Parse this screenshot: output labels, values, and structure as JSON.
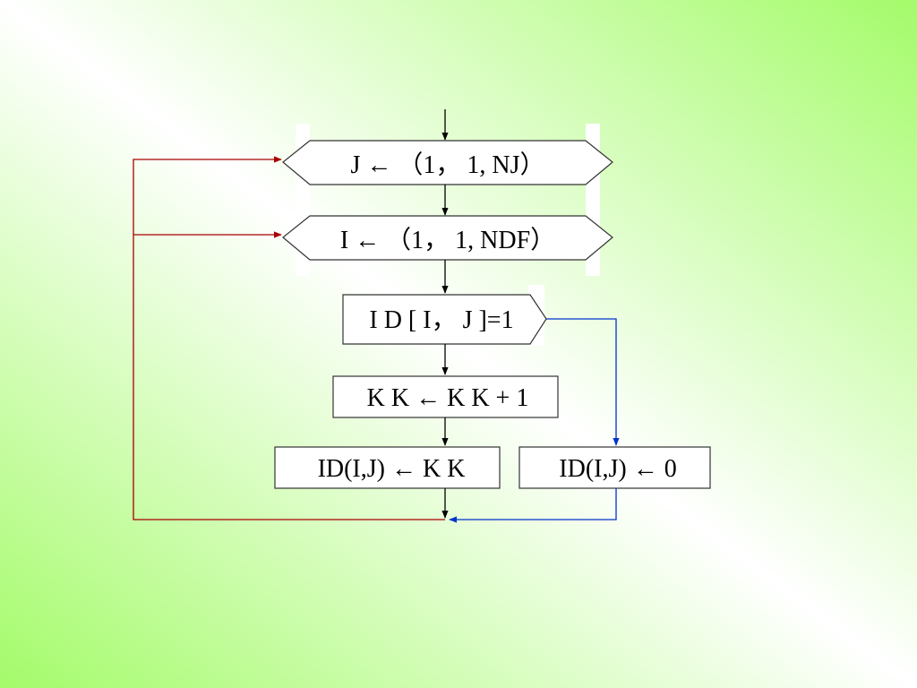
{
  "flowchart": {
    "loop_j": {
      "label": "J ← （1， 1,  NJ）"
    },
    "loop_i": {
      "label": "I ← （1， 1,  NDF）"
    },
    "decision": {
      "label": "I D [ I， J ]=1"
    },
    "increment": {
      "label": "K K ← K K + 1"
    },
    "assign_kk": {
      "label": "ID(I,J) ← K K"
    },
    "assign_zero": {
      "label": "ID(I,J) ← 0"
    }
  },
  "colors": {
    "loop_return": "#a80000",
    "false_branch": "#0033cc",
    "flow": "#000000",
    "box_border": "#333333",
    "box_fill": "#ffffff"
  }
}
